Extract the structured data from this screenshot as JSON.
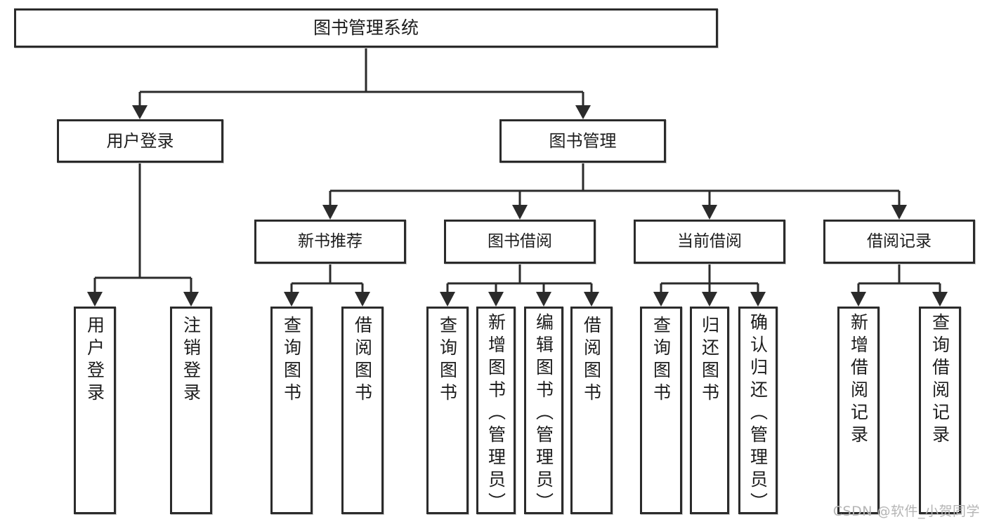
{
  "diagram": {
    "title": "图书管理系统",
    "watermark": "CSDN @软件_小贺同学",
    "colors": {
      "background": "#ffffff",
      "stroke": "#2b2b2b",
      "text": "#1c1c1c",
      "watermark": "#b5b5b5"
    },
    "root": {
      "label": "图书管理系统"
    },
    "level1": [
      {
        "id": "user-login",
        "label": "用户登录"
      },
      {
        "id": "book-manage",
        "label": "图书管理"
      }
    ],
    "level2": [
      {
        "id": "new-book-recommend",
        "label": "新书推荐",
        "parent": "book-manage"
      },
      {
        "id": "book-borrow",
        "label": "图书借阅",
        "parent": "book-manage"
      },
      {
        "id": "current-borrow",
        "label": "当前借阅",
        "parent": "book-manage"
      },
      {
        "id": "borrow-record",
        "label": "借阅记录",
        "parent": "book-manage"
      }
    ],
    "leaves": [
      {
        "id": "leaf-user-login",
        "label": "用户登录",
        "parent": "user-login"
      },
      {
        "id": "leaf-user-logout",
        "label": "注销登录",
        "parent": "user-login"
      },
      {
        "id": "leaf-rec-query",
        "label": "查询图书",
        "parent": "new-book-recommend"
      },
      {
        "id": "leaf-rec-borrow",
        "label": "借阅图书",
        "parent": "new-book-recommend"
      },
      {
        "id": "leaf-borrow-query",
        "label": "查询图书",
        "parent": "book-borrow"
      },
      {
        "id": "leaf-borrow-add",
        "label": "新增图书（管理员）",
        "parent": "book-borrow"
      },
      {
        "id": "leaf-borrow-edit",
        "label": "编辑图书（管理员）",
        "parent": "book-borrow"
      },
      {
        "id": "leaf-borrow-lend",
        "label": "借阅图书",
        "parent": "book-borrow"
      },
      {
        "id": "leaf-current-query",
        "label": "查询图书",
        "parent": "current-borrow"
      },
      {
        "id": "leaf-current-return",
        "label": "归还图书",
        "parent": "current-borrow"
      },
      {
        "id": "leaf-current-confirm",
        "label": "确认归还（管理员）",
        "parent": "current-borrow"
      },
      {
        "id": "leaf-record-add",
        "label": "新增借阅记录",
        "parent": "borrow-record"
      },
      {
        "id": "leaf-record-query",
        "label": "查询借阅记录",
        "parent": "borrow-record"
      }
    ]
  }
}
